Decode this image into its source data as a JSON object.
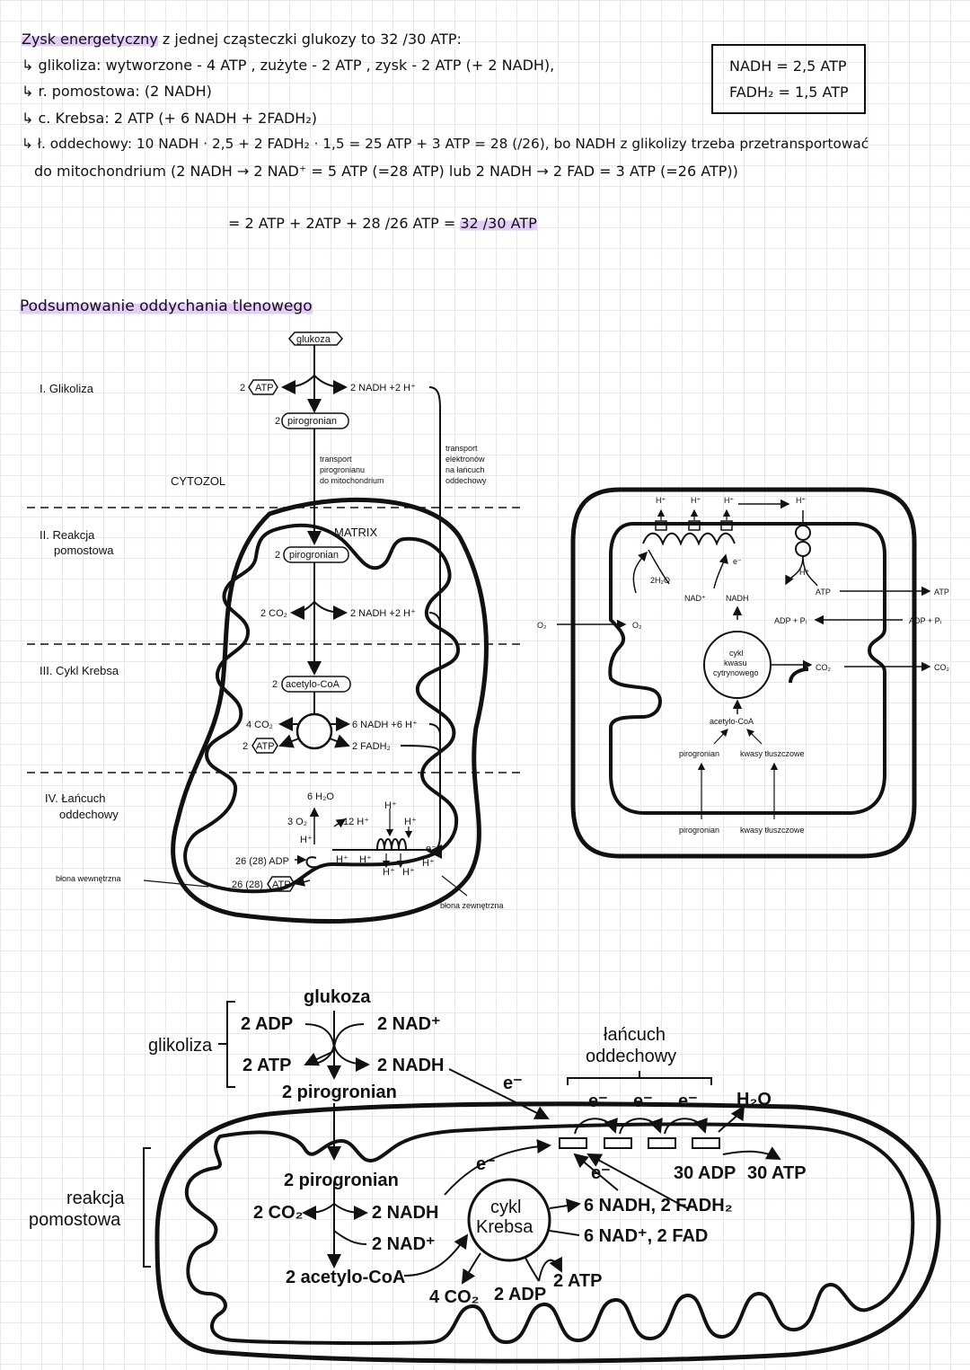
{
  "header": {
    "title_line": {
      "hl": "Zysk energetyczny",
      "rest": " z jednej cząsteczki glukozy to  32 /30 ATP:"
    },
    "glikoliza": "↳ glikoliza:  wytworzone - 4  ATP ,  zużyte - 2 ATP ,  zysk -  2 ATP  (+ 2 NADH),",
    "pomostowa": "↳ r. pomostowa:  (2 NADH)",
    "krebs": "↳ c. Krebsa:  2 ATP (+ 6 NADH  +  2FADH₂)",
    "lancuch": "↳ ł. oddechowy:  10 NADH · 2,5  +  2 FADH₂ · 1,5 =  25 ATP + 3  ATP = 28 (/26), bo  NADH   z   glikolizy  trzeba  przetransportować",
    "lancuch2": "do  mitochondrium  (2 NADH → 2 NAD⁺ =  5 ATP  (=28 ATP)  lub  2 NADH → 2 FAD = 3 ATP  (=26  ATP))",
    "sum": {
      "text": "= 2 ATP  +  2ATP  + 28 /26  ATP = ",
      "hl": "32 /30 ATP"
    },
    "box": [
      "NADH = 2,5  ATP",
      "FADH₂ = 1,5  ATP"
    ]
  },
  "section_title": "Podsumowanie  oddychania  tlenowego",
  "diag1": {
    "stages": [
      "I. Glikoliza",
      "II. Reakcja",
      "pomostowa",
      "III. Cykl Krebsa",
      "IV. Łańcuch",
      "oddechowy"
    ],
    "cytozol": "CYTOZOL",
    "matrix": "MATRIX",
    "glukoza": "glukoza",
    "atp": "ATP",
    "n2": "2",
    "nadh1": "2  NADH  +2  H⁺",
    "pirogronian": "pirogronian",
    "transport1": [
      "transport",
      "pirogronianu",
      "do mitochondrium"
    ],
    "transport2": [
      "transport",
      "elektronów",
      "na łańcuch",
      "oddechowy"
    ],
    "co2a": "2  CO₂",
    "nadh2": "2  NADH  +2  H⁺",
    "acetylo": "acetylo-CoA",
    "co2b": "4  CO₂",
    "nadh6": "6  NADH  +6  H⁺",
    "fadh2": "2  FADH₂",
    "h2o": "6  H₂O",
    "o2": "3  O₂",
    "h12": "12  H⁺",
    "hplus": "H⁺",
    "eminus": "e⁻",
    "adp": "26 (28)  ADP",
    "atp26": "26 (28)",
    "blona_w": "błona  wewnętrzna",
    "blona_z": "błona  zewnętrzna"
  },
  "diag2": {
    "hplus": "H⁺",
    "eminus": "e⁻",
    "h2o": "2H₂O",
    "nad": "NAD⁺",
    "nadh": "NADH",
    "o2": "O₂",
    "atp": "ATP",
    "adp": "ADP + Pᵢ",
    "co2": "CO₂",
    "cykl": [
      "cykl",
      "kwasu",
      "cytrynowego"
    ],
    "acetylo": "acetylo-CoA",
    "pirogronian": "pirogronian",
    "kwasy": "kwasy  tłuszczowe"
  },
  "diag3": {
    "glukoza": "glukoza",
    "glikoliza": "glikoliza",
    "adp2": "2 ADP",
    "nad2": "2 NAD⁺",
    "atp2": "2 ATP",
    "nadh2": "2 NADH",
    "piro": "2 pirogronian",
    "lancuch": [
      "łańcuch",
      "oddechowy"
    ],
    "eminus": "e⁻",
    "h2o": "H₂O",
    "reakcja": [
      "reakcja",
      "pomostowa"
    ],
    "piro2": "2 pirogronian",
    "co2": "2 CO₂",
    "nadh_b": "2 NADH",
    "nad_b": "2 NAD⁺",
    "acetylo": "2 acetylo-CoA",
    "cykl": [
      "cykl",
      "Krebsa"
    ],
    "nadh6": "6 NADH, 2 FADH₂",
    "nad6": "6 NAD⁺, 2 FAD",
    "co2_4": "4 CO₂",
    "adp_2": "2 ADP",
    "atp_2": "2 ATP",
    "adp30": "30 ADP",
    "atp30": "30 ATP"
  }
}
